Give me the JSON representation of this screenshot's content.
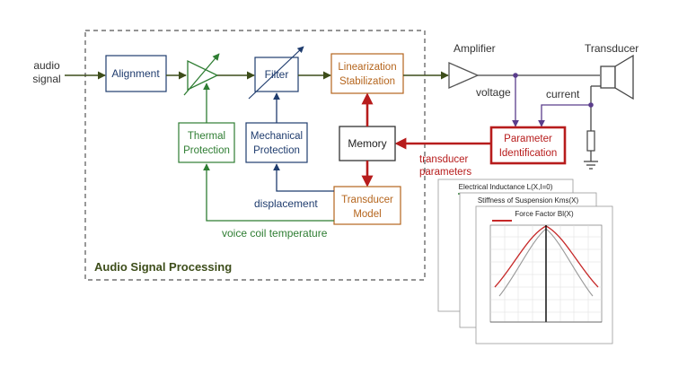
{
  "colors": {
    "navy": "#1f3c6e",
    "green": "#2e7d32",
    "orange": "#b5651d",
    "red": "#b71c1c",
    "olive": "#3d4d1a",
    "grey": "#444444",
    "purple": "#5a3d8c"
  },
  "inputs": {
    "audio_line1": "audio",
    "audio_line2": "signal"
  },
  "blocks": {
    "alignment": "Alignment",
    "filter": "Filter",
    "linearization_line1": "Linearization",
    "linearization_line2": "Stabilization",
    "thermal_line1": "Thermal",
    "thermal_line2": "Protection",
    "mechanical_line1": "Mechanical",
    "mechanical_line2": "Protection",
    "memory": "Memory",
    "transducer_model_line1": "Transducer",
    "transducer_model_line2": "Model",
    "param_id_line1": "Parameter",
    "param_id_line2": "Identification"
  },
  "labels": {
    "amplifier": "Amplifier",
    "transducer": "Transducer",
    "voltage": "voltage",
    "current": "current",
    "transducer_params_line1": "transducer",
    "transducer_params_line2": "parameters",
    "displacement": "displacement",
    "voice_coil_temperature": "voice coil temperature",
    "audio_signal_processing": "Audio Signal Processing"
  },
  "plot_cards": {
    "card1_title": "Electrical Inductance L(X,I=0)",
    "card2_title": "Stiffness of Suspension Kms(X)",
    "card3_title": "Force Factor Bl(X)"
  }
}
